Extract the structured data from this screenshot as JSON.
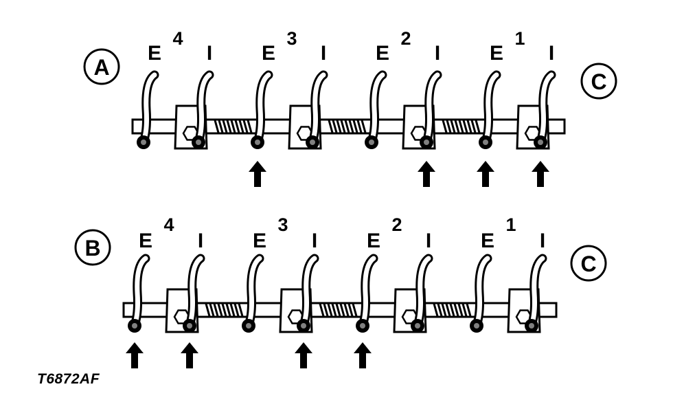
{
  "rows": [
    {
      "label": "A",
      "end_label": "C",
      "cylinders": [
        {
          "number": "4",
          "exhaust": "E",
          "intake": "I",
          "exhaust_arrow": false,
          "intake_arrow": false
        },
        {
          "number": "3",
          "exhaust": "E",
          "intake": "I",
          "exhaust_arrow": true,
          "intake_arrow": false
        },
        {
          "number": "2",
          "exhaust": "E",
          "intake": "I",
          "exhaust_arrow": false,
          "intake_arrow": true
        },
        {
          "number": "1",
          "exhaust": "E",
          "intake": "I",
          "exhaust_arrow": true,
          "intake_arrow": true
        }
      ]
    },
    {
      "label": "B",
      "end_label": "C",
      "cylinders": [
        {
          "number": "4",
          "exhaust": "E",
          "intake": "I",
          "exhaust_arrow": true,
          "intake_arrow": true
        },
        {
          "number": "3",
          "exhaust": "E",
          "intake": "I",
          "exhaust_arrow": false,
          "intake_arrow": true
        },
        {
          "number": "2",
          "exhaust": "E",
          "intake": "I",
          "exhaust_arrow": true,
          "intake_arrow": false
        },
        {
          "number": "1",
          "exhaust": "E",
          "intake": "I",
          "exhaust_arrow": false,
          "intake_arrow": false
        }
      ]
    }
  ],
  "figure_code": "T6872AF",
  "colors": {
    "ink": "#000000",
    "paper": "#ffffff"
  }
}
